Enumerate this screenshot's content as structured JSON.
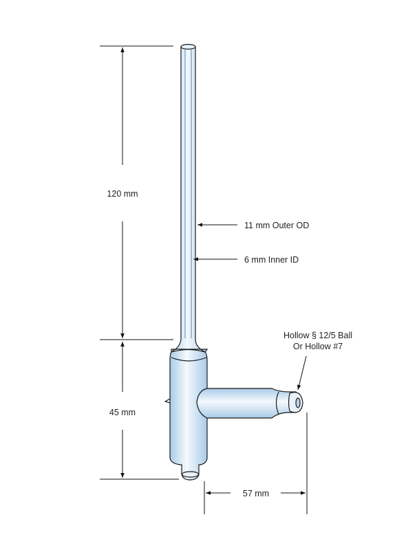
{
  "colors": {
    "glass_fill": "#d6e8f6",
    "glass_highlight": "#ffffff",
    "glass_stroke": "#1a1a1a",
    "dim_line": "#111111"
  },
  "labels": {
    "height_top": "120 mm",
    "height_bottom": "45 mm",
    "width_arm": "57 mm",
    "outer_od": "11 mm Outer OD",
    "inner_id": "6 mm Inner ID",
    "joint_line1": "Hollow § 12/5 Ball",
    "joint_line2": "Or Hollow #7"
  }
}
